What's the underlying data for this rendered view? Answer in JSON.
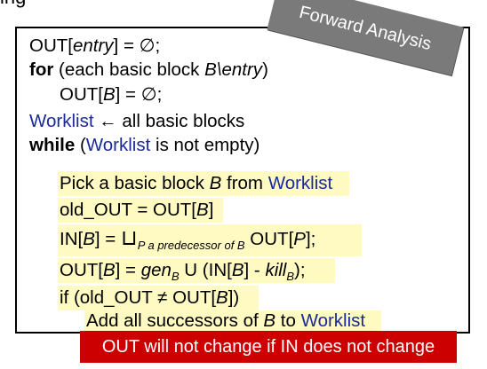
{
  "header_fragment": "ing",
  "badge": "Forward Analysis",
  "lines": {
    "l1": {
      "a": "OUT[",
      "b": "entry",
      "c": "] = ∅;"
    },
    "l2": {
      "kw": "for",
      "a": " (each basic block ",
      "b": "B\\entry",
      "c": ")"
    },
    "l3": {
      "a": "OUT[",
      "b": "B",
      "c": "] = ∅;"
    },
    "l4": {
      "a": "Worklist",
      "b": " ← all basic blocks"
    },
    "l5": {
      "kw": "while",
      "a": " (",
      "b": "Worklist",
      "c": " is not empty)"
    },
    "l6": {
      "a": "Pick a basic block ",
      "b": "B",
      "c": " from ",
      "d": "Worklist"
    },
    "l7": {
      "a": "old_OUT = OUT[",
      "b": "B",
      "c": "]"
    },
    "l8": {
      "a": "IN[",
      "b": "B",
      "c": "] = ",
      "d": "⊔",
      "e": "P a predecessor of B",
      "f": " OUT[",
      "g": "P",
      "h": "];"
    },
    "l9": {
      "a": "OUT[",
      "b": "B",
      "c": "] = ",
      "d": "gen",
      "e": "B",
      "f": " U (IN[",
      "g": "B",
      "h": "] - ",
      "i": "kill",
      "j": "B",
      "k": ");"
    },
    "l10": {
      "a": "if (old_OUT ≠ OUT[",
      "b": "B",
      "c": "])"
    },
    "l11": {
      "a": "Add all successors of ",
      "b": "B",
      "c": " to ",
      "d": "Worklist"
    }
  },
  "note": "OUT will not change if IN does not change",
  "colors": {
    "keyword_blue": "#1a2a9a",
    "highlight": "#fff9c2",
    "badge": "#7a7a7a",
    "note": "#cc0000"
  }
}
